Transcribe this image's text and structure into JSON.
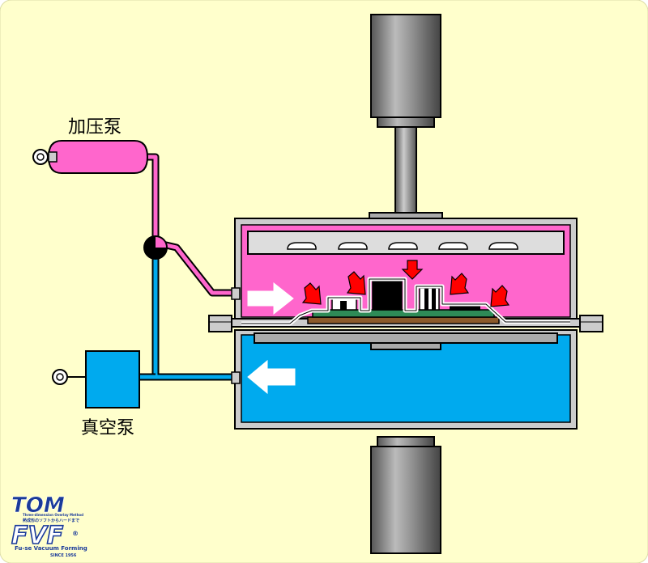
{
  "labels": {
    "pressure_pump": "加压泵",
    "vacuum_pump": "真空泵"
  },
  "logo": {
    "brand": "TOM",
    "tagline": "Three-dimension Overlay Method",
    "jp_line": "熱成形のソフトからハードまで",
    "product": "FVF",
    "registered": "®",
    "product_full": "Fu-se Vacuum Forming",
    "since": "SINCE 1956"
  },
  "colors": {
    "background": "#FFFFCC",
    "pressure_side": "#FF66CC",
    "vacuum_side": "#00AAEE",
    "arrow_red": "#FF0000",
    "substrate": "#8B5A2B",
    "logo_blue": "#1A3A9A"
  }
}
